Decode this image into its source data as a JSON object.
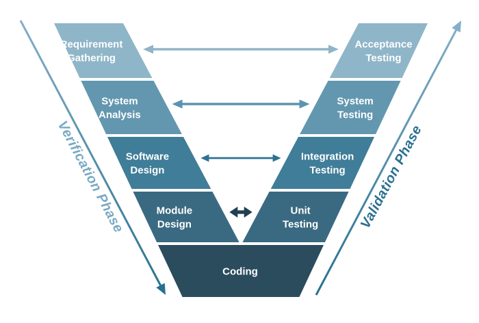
{
  "diagram": {
    "type": "v-model",
    "background_color": "#FFFFFF",
    "stage_text_color": "#FFFFFF",
    "left_axis_label": "Verification Phase",
    "right_axis_label": "Validation Phase",
    "axis_gradient": {
      "top": "#85AFC7",
      "bottom": "#26718F"
    },
    "axis_label_gradient": {
      "top": "#79A9C2",
      "bottom": "#2B7090"
    },
    "levels": [
      {
        "left": "Requirement Gathering",
        "right": "Acceptance Testing",
        "color": "#8FB5C8",
        "arrow_color": "#8FB5C8"
      },
      {
        "left": "System Analysis",
        "right": "System Testing",
        "color": "#6297AF",
        "arrow_color": "#5C93AE"
      },
      {
        "left": "Software Design",
        "right": "Integration Testing",
        "color": "#3F7D98",
        "arrow_color": "#2E7291"
      },
      {
        "left": "Module Design",
        "right": "Unit Testing",
        "color": "#3A6A81",
        "arrow_color": "#203F52"
      }
    ],
    "base": {
      "label": "Coding",
      "color": "#2B4C5C"
    }
  }
}
